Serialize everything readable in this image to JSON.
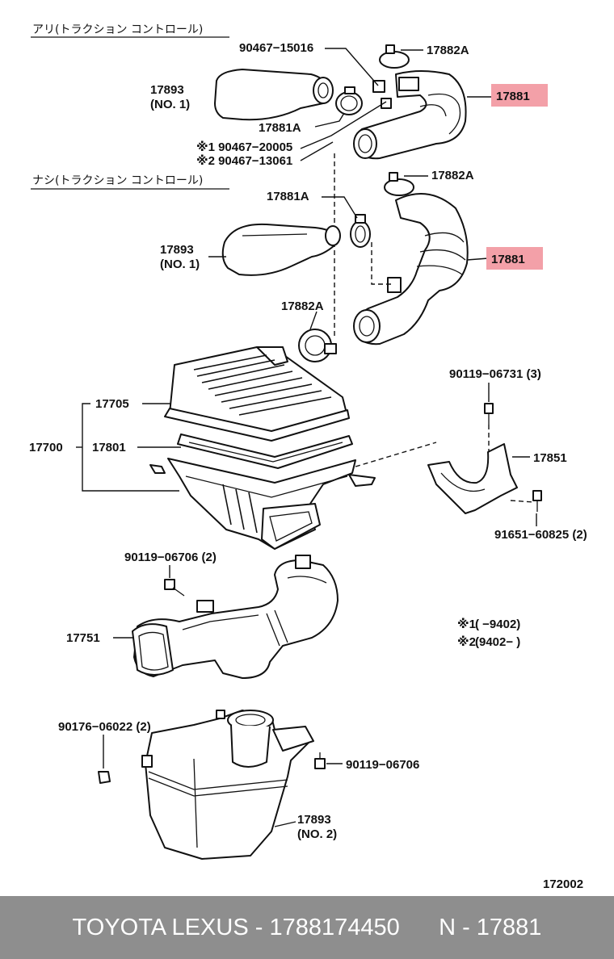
{
  "section_labels": {
    "with_traction": "アリ(トラクション コントロール)",
    "without_traction": "ナシ(トラクション コントロール)"
  },
  "parts": {
    "p_90467_15016": "90467−15016",
    "p_17882A_top": "17882A",
    "p_17893_top": "17893",
    "p_17893_top_sub": "(NO. 1)",
    "p_17881_top": "17881",
    "p_17881A_top": "17881A",
    "p_star1": "※1 90467−20005",
    "p_star2": "※2 90467−13061",
    "p_17882A_mid": "17882A",
    "p_17881A_mid": "17881A",
    "p_17893_mid": "17893",
    "p_17893_mid_sub": "(NO. 1)",
    "p_17881_mid": "17881",
    "p_17882A_low": "17882A",
    "p_90119_06731": "90119−06731 (3)",
    "p_17705": "17705",
    "p_17700": "17700",
    "p_17801": "17801",
    "p_17851": "17851",
    "p_91651_60825": "91651−60825 (2)",
    "p_90119_06706_2": "90119−06706 (2)",
    "p_17751": "17751",
    "p_90176_06022": "90176−06022 (2)",
    "p_90119_06706": "90119−06706",
    "p_17893_bot": "17893",
    "p_17893_bot_sub": "(NO. 2)"
  },
  "notes": {
    "note1_mark": "※1",
    "note1_range": "(        −9402)",
    "note2_mark": "※2",
    "note2_range": "(9402−        )"
  },
  "diagram_code": "172002",
  "highlight_color": "#f3a0a8",
  "footer": {
    "brand": "TOYOTA LEXUS",
    "part_number": "1788174450",
    "ref": "N - 17881"
  }
}
